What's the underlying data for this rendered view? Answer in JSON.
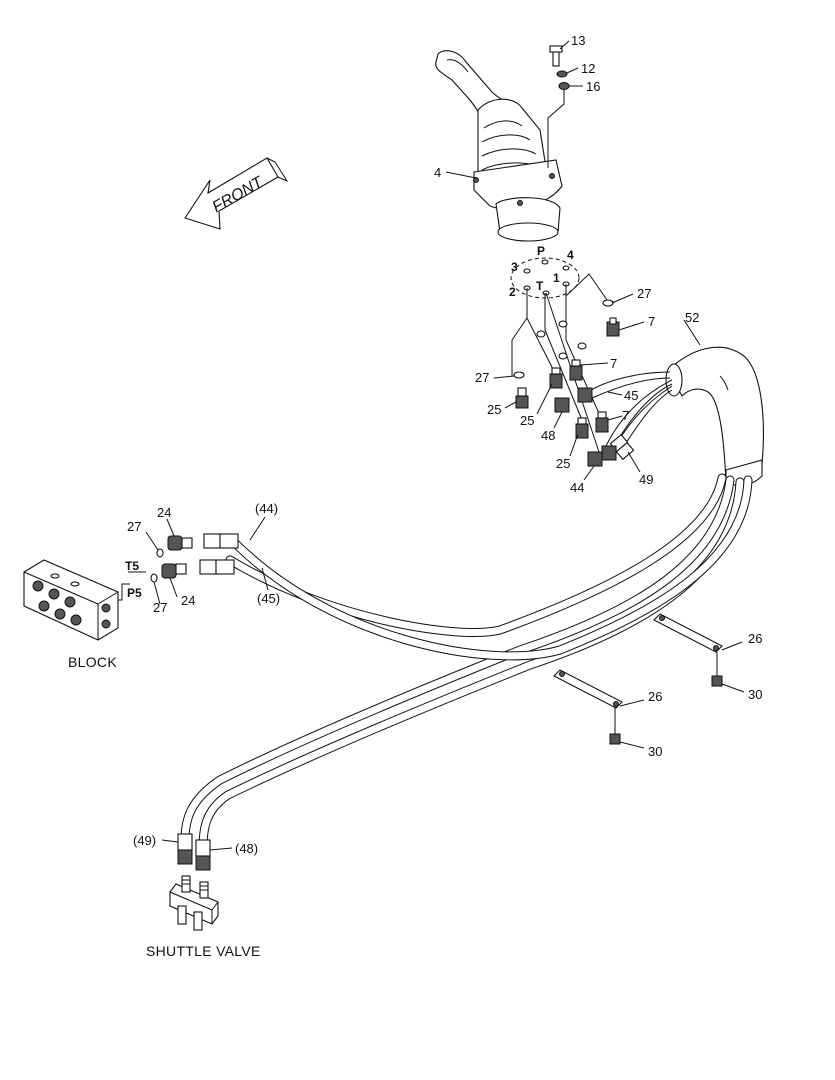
{
  "front_label": "FRONT",
  "captions": {
    "block": "BLOCK",
    "shuttle_valve": "SHUTTLE VALVE"
  },
  "port_letters": {
    "p": "P",
    "t": "T",
    "n1": "1",
    "n2": "2",
    "n3": "3",
    "n4": "4",
    "t5": "T5",
    "p5": "P5"
  },
  "callouts": {
    "c13": "13",
    "c12": "12",
    "c16": "16",
    "c4": "4",
    "c27a": "27",
    "c7a": "7",
    "c52": "52",
    "c7b": "7",
    "c27b": "27",
    "c45": "45",
    "c25a": "25",
    "c25b": "25",
    "c48": "48",
    "c7c": "7",
    "c25c": "25",
    "c44": "44",
    "c49": "49",
    "c24a": "24",
    "c27c": "27",
    "c44p": "(44)",
    "c45p": "(45)",
    "c24b": "24",
    "c27d": "27",
    "c26a": "26",
    "c30a": "30",
    "c26b": "26",
    "c30b": "30",
    "c49p": "(49)",
    "c48p": "(48)"
  }
}
